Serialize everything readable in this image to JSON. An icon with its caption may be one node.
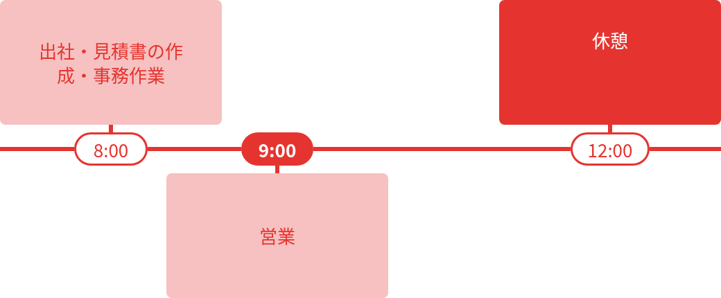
{
  "diagram": {
    "nodes": [
      {
        "text": [
          "出社・見積書の作成・事務作業"
        ]
      },
      {
        "text": [
          "8:00"
        ]
      },
      {
        "text": [
          "9:00"
        ]
      },
      {
        "text": [
          "営業"
        ]
      },
      {
        "text": [
          "休憩"
        ]
      },
      {
        "text": [
          "12:00"
        ]
      }
    ],
    "edges": [
      {
        "from": 0,
        "to": 1,
        "arrow": "none"
      },
      {
        "from": 2,
        "to": 3,
        "arrow": "none"
      },
      {
        "from": 4,
        "to": 5,
        "arrow": "none"
      },
      {
        "from": null,
        "to": 1,
        "arrow": "none"
      },
      {
        "from": 1,
        "to": 2,
        "arrow": "none"
      },
      {
        "from": 2,
        "to": 5,
        "arrow": "none"
      },
      {
        "from": 5,
        "to": null,
        "arrow": "none"
      }
    ]
  }
}
